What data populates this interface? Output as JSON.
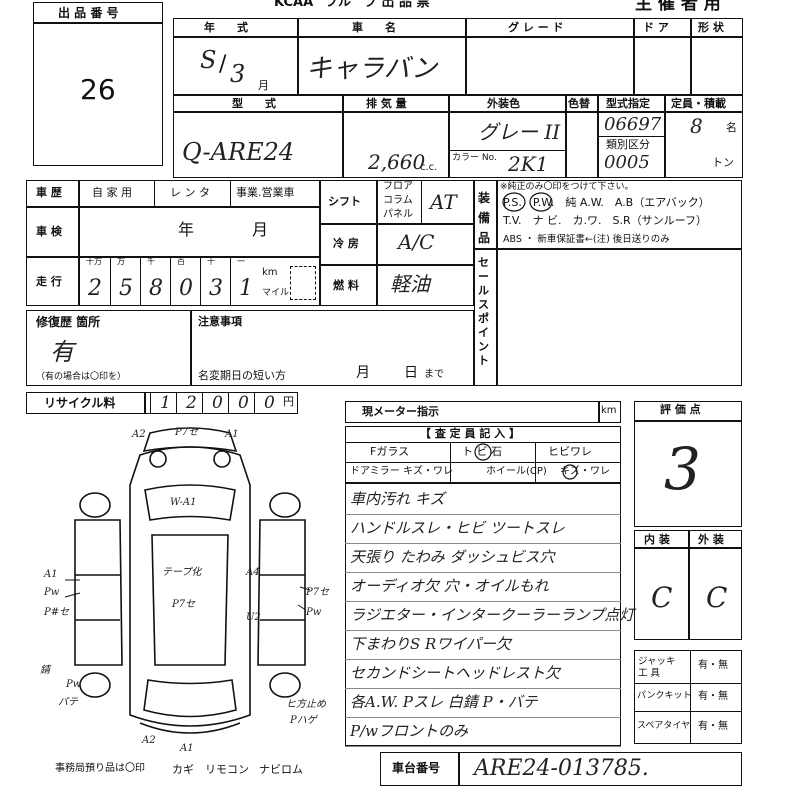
{
  "header": {
    "brand": "KCAA",
    "form_title": "フル　プ 出 品 票",
    "organizer_use": "主 催 者 用"
  },
  "lot": {
    "label": "出 品 番 号",
    "number": "26"
  },
  "year": {
    "label": "年　　式",
    "era": "S",
    "value": "3",
    "month_unit": "月"
  },
  "car_name": {
    "label": "車　　名",
    "value": "キャラバン"
  },
  "grade_label": "グ レ ー ド",
  "door_label": "ド ア",
  "shape_label": "形 状",
  "model": {
    "label": "型　　式",
    "value": "Q-ARE24"
  },
  "displacement": {
    "label": "排 気 量",
    "value": "2,660",
    "unit": "c.c."
  },
  "exterior_color": {
    "label": "外装色",
    "value": "グレー II",
    "color_no_label": "カラー No.",
    "color_no": "2K1"
  },
  "color_change_label": "色替",
  "type_designation": {
    "label": "型式指定",
    "value": "06697",
    "class_label": "類別区分",
    "class_value": "0005"
  },
  "capacity": {
    "label": "定員・積載",
    "persons": "8",
    "persons_unit": "名",
    "load_unit": "トン"
  },
  "history": {
    "label": "車 歴",
    "options": [
      "自 家 用",
      "レ ン タ",
      "事業.営業車"
    ]
  },
  "inspection": {
    "label": "車 検",
    "year_unit": "年",
    "month_unit": "月"
  },
  "mileage": {
    "label": "走 行",
    "digit_labels": [
      "十万",
      "万",
      "千",
      "百",
      "十",
      "一"
    ],
    "digits": [
      "2",
      "5",
      "8",
      "0",
      "3",
      "1"
    ],
    "unit_km": "km",
    "unit_mile": "マイル"
  },
  "shift": {
    "label": "シフト",
    "options": [
      "フロア",
      "コラム",
      "パネル"
    ],
    "value": "AT"
  },
  "ac": {
    "label": "冷 房",
    "value": "A/C"
  },
  "fuel": {
    "label": "燃 料",
    "value": "軽油"
  },
  "equipment": {
    "side_label": "装備品",
    "note": "※純正のみ〇印をつけて下さい。",
    "row1": "P.S.　P.W.　純 A.W.　A.B（エアバック）",
    "row2": "T.V.　ナ ビ.　カ.ワ.　S.R（サンルーフ）",
    "row3": "ABS ・ 新車保証書←(注) 後日送りのみ"
  },
  "sales_point_label": "セールスポイント",
  "repair": {
    "label": "修復歴 箇所",
    "value": "有",
    "note": "（有の場合は〇印を）"
  },
  "caution": {
    "label": "注意事項",
    "name_change": "名変期日の短い方",
    "month": "月",
    "day": "日",
    "until": "まで"
  },
  "recycle": {
    "label": "リサイクル料",
    "digits": [
      "1",
      "2",
      "0",
      "0",
      "0"
    ],
    "unit": "円"
  },
  "meter": {
    "label": "現メーター指示",
    "unit": "km"
  },
  "inspector": {
    "title": "【 査 定 員 記 入 】",
    "glass": "Fガラス",
    "chip": "ト ビ 石",
    "crack": "ヒビワレ",
    "mirror": "ドアミラー キズ・ワレ",
    "wheel": "ホイール(CP)",
    "wheel_damage": "キズ・ワレ",
    "notes": [
      "車内汚れ キズ",
      "ハンドルスレ・ヒビ ツートスレ",
      "天張り たわみ ダッシュビス穴",
      "オーディオ欠 穴・オイルもれ",
      "ラジエター・インタークーラーランプ点灯",
      "下まわりS Rワイパー欠",
      "セカンドシートヘッドレスト欠",
      "各A.W. Pスレ 白錆 P・バテ",
      "P/wフロントのみ"
    ]
  },
  "score": {
    "label": "評 価 点",
    "value": "3"
  },
  "interior": {
    "label": "内 装",
    "value": "C"
  },
  "exterior": {
    "label": "外 装",
    "value": "C"
  },
  "tools": {
    "jack_label": "ジャッキ 工 具",
    "puncture_label": "パンクキット",
    "spare_label": "スペアタイヤ",
    "yes_no": "有・無"
  },
  "chassis": {
    "label": "車台番号",
    "value": "ARE24-013785."
  },
  "office_items": {
    "note": "事務局預り品は〇印",
    "items": [
      "カギ",
      "リモコン",
      "ナビロム"
    ]
  },
  "diagram": {
    "marks_top": [
      "A2",
      "P7セ",
      "A1"
    ],
    "marks_roof": "W-A1",
    "marks_center": [
      "テープ化",
      "P7セ"
    ],
    "marks_left": [
      "A1",
      "Pw",
      "P#セ"
    ],
    "marks_right": [
      "A4",
      "P7セ",
      "Pw",
      "U2"
    ],
    "marks_bottom": [
      "A2",
      "A1"
    ],
    "marks_side_notes": [
      "錆",
      "Pw",
      "パテ",
      "ヒ方止め",
      "Pハゲ"
    ]
  }
}
